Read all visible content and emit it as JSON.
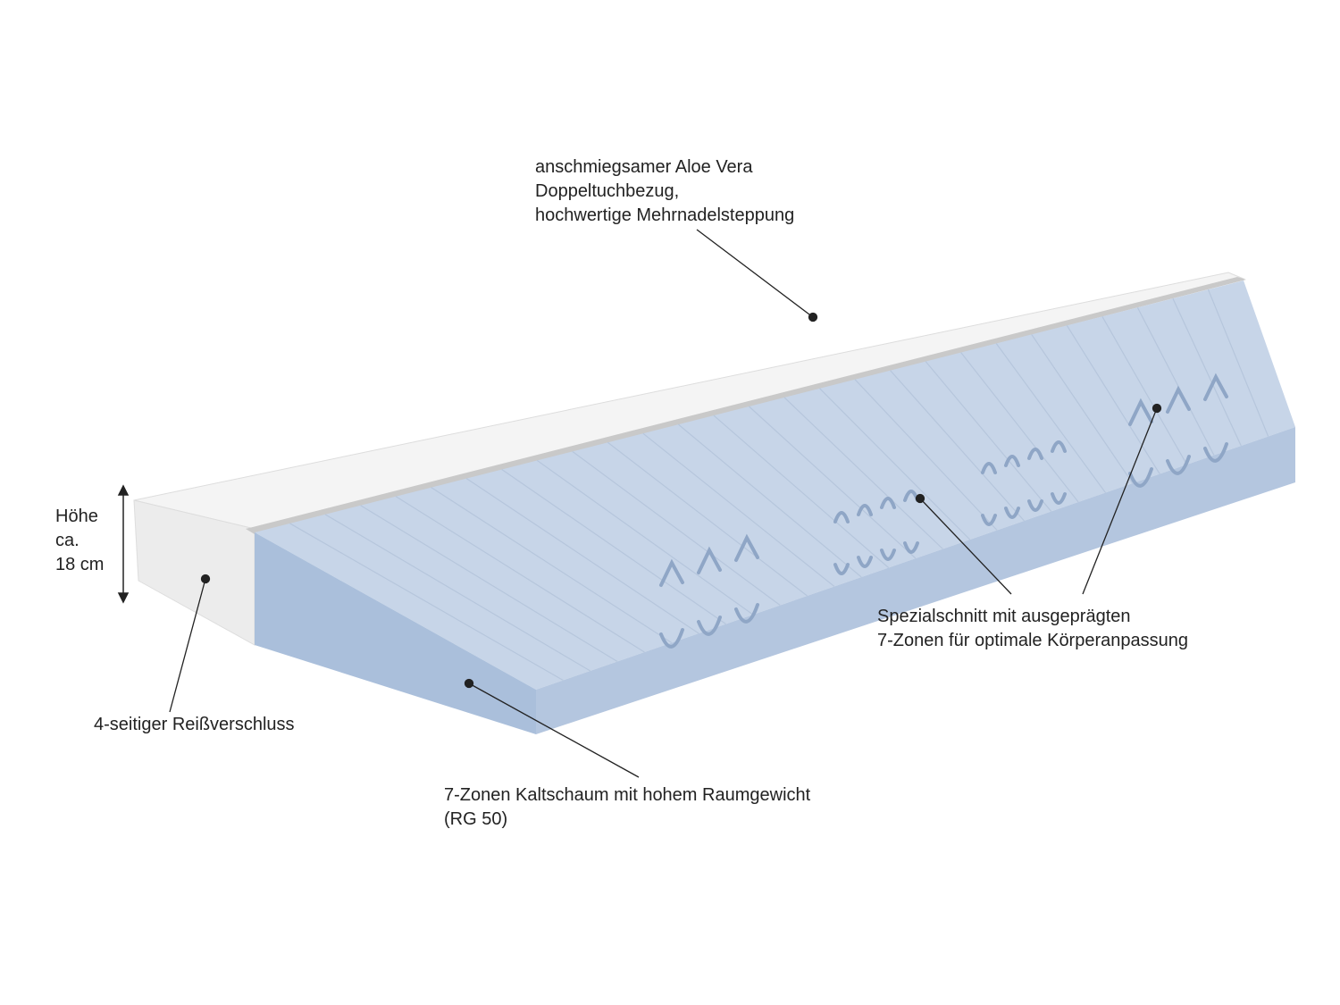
{
  "labels": {
    "cover": [
      "anschmiegsamer Aloe Vera",
      "Doppeltuchbezug,",
      "hochwertige Mehrnadelsteppung"
    ],
    "height": [
      "Höhe",
      "ca.",
      "18 cm"
    ],
    "zipper": "4-seitiger Reißverschluss",
    "cut": [
      "Spezialschnitt mit ausgeprägten",
      "7-Zonen für optimale Körperanpassung"
    ],
    "foam": [
      "7-Zonen Kaltschaum mit hohem Raumgewicht",
      "(RG 50)"
    ]
  },
  "colors": {
    "foam_top": "#c5d3e6",
    "foam_front": "#a9bdd9",
    "foam_side": "#b3c5de",
    "cover": "#f3f3f3",
    "seam": "#c9c9c9"
  }
}
